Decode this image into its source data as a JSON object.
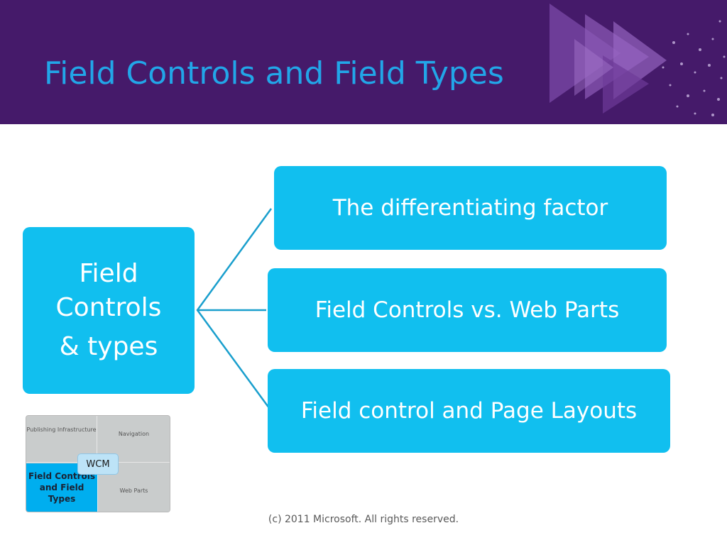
{
  "slide": {
    "title": "Field Controls and Field Types",
    "main_box": {
      "line1": "Field",
      "line2": "Controls",
      "line3": "& types"
    },
    "branches": [
      {
        "label": "The differentiating factor"
      },
      {
        "label": "Field Controls vs. Web Parts"
      },
      {
        "label": "Field control and Page Layouts"
      }
    ],
    "thumbnail": {
      "top_left": "Publishing Infrastructure",
      "top_right": "Navigation",
      "bottom_left": "Field Controls and Field Types",
      "bottom_right": "Web Parts",
      "center": "WCM"
    },
    "footer": "(c) 2011 Microsoft. All rights reserved."
  },
  "colors": {
    "header_bg": "#451a6a",
    "title": "#22a6e8",
    "box": "#11bfef",
    "connector": "#1a9fcd"
  }
}
